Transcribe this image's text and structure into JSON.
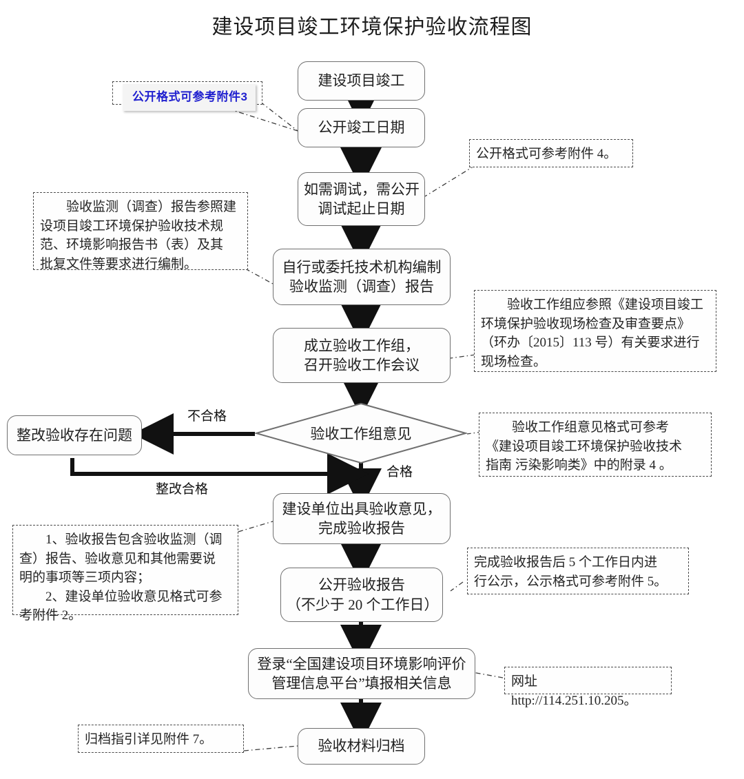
{
  "title": "建设项目竣工环境保护验收流程图",
  "nodes": {
    "n1": {
      "label": "建设项目竣工"
    },
    "n2": {
      "label": "公开竣工日期"
    },
    "n3": {
      "line1": "如需调试，需公开",
      "line2": "调试起止日期"
    },
    "n4": {
      "line1": "自行或委托技术机构编制",
      "line2": "验收监测（调查）报告"
    },
    "n5": {
      "line1": "成立验收工作组，",
      "line2": "召开验收工作会议"
    },
    "decision": {
      "label": "验收工作组意见"
    },
    "rework": {
      "label": "整改验收存在问题"
    },
    "n6": {
      "line1": "建设单位出具验收意见，",
      "line2": "完成验收报告"
    },
    "n7": {
      "line1": "公开验收报告",
      "line2": "（不少于 20 个工作日）"
    },
    "n8": {
      "line1": "登录“全国建设项目环境影响评价",
      "line2": "管理信息平台”填报相关信息"
    },
    "n9": {
      "label": "验收材料归档"
    }
  },
  "edge_labels": {
    "fail": "不合格",
    "pass": "合格",
    "rework_pass": "整改合格"
  },
  "notes": {
    "attach3": {
      "text": "公开格式可参考附件3",
      "color": "#2020cf"
    },
    "attach4": {
      "text": "公开格式可参考附件 4。"
    },
    "monitoring_report": {
      "line1": "验收监测（调查）报告参照建",
      "line2": "设项目竣工环境保护验收技术规",
      "line3": "范、环境影响报告书（表）及其",
      "line4": "批复文件等要求进行编制。"
    },
    "workgroup_check": {
      "line1": "验收工作组应参照《建设项目竣工",
      "line2": "环境保护验收现场检查及审查要点》",
      "line3": "（环办〔2015〕113 号）有关要求进行",
      "line4": "现场检查。"
    },
    "workgroup_opinion": {
      "line1": "验收工作组意见格式可参考",
      "line2": "《建设项目竣工环境保护验收技术",
      "line3": "指南 污染影响类》中的附录 4 。"
    },
    "report_contents": {
      "line1": "1、验收报告包含验收监测（调",
      "line2": "查）报告、验收意见和其他需要说",
      "line3": "明的事项等三项内容；",
      "line4": "2、建设单位验收意见格式可参",
      "line5": "考附件 2。"
    },
    "publicity_5days": {
      "line1": "完成验收报告后 5 个工作日内进",
      "line2": "行公示，公示格式可参考附件 5。"
    },
    "website": {
      "text": "网址 http://114.251.10.205。"
    },
    "archive_guide": {
      "text": "归档指引详见附件 7。"
    }
  }
}
